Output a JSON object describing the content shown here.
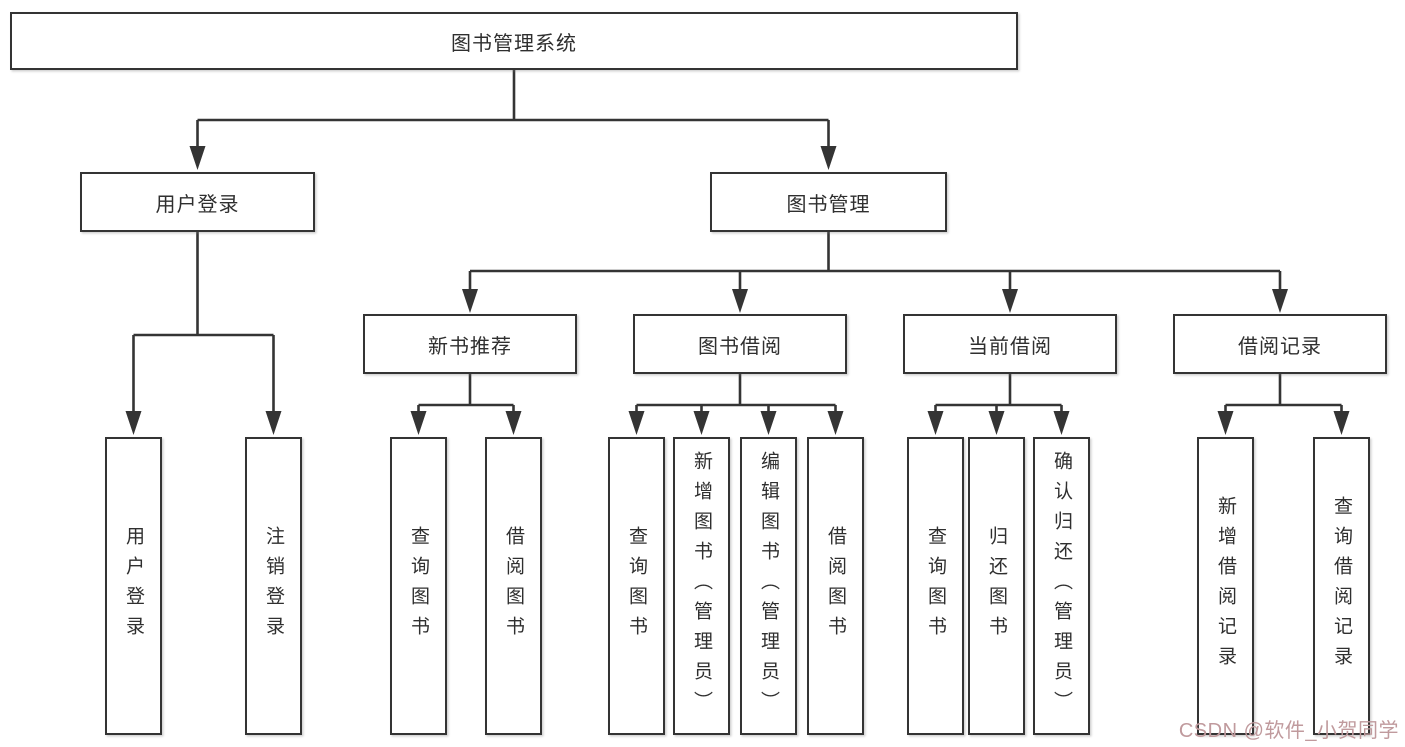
{
  "diagram_title": "图书管理系统",
  "tree": {
    "root": {
      "label": "图书管理系统"
    },
    "branches": [
      {
        "label": "用户登录",
        "children": [
          {
            "label": "用户登录"
          },
          {
            "label": "注销登录"
          }
        ]
      },
      {
        "label": "图书管理",
        "children": [
          {
            "label": "新书推荐",
            "children": [
              {
                "label": "查询图书"
              },
              {
                "label": "借阅图书"
              }
            ]
          },
          {
            "label": "图书借阅",
            "children": [
              {
                "label": "查询图书"
              },
              {
                "label": "新增图书（管理员）"
              },
              {
                "label": "编辑图书（管理员）"
              },
              {
                "label": "借阅图书"
              }
            ]
          },
          {
            "label": "当前借阅",
            "children": [
              {
                "label": "查询图书"
              },
              {
                "label": "归还图书"
              },
              {
                "label": "确认归还（管理员）"
              }
            ]
          },
          {
            "label": "借阅记录",
            "children": [
              {
                "label": "新增借阅记录"
              },
              {
                "label": "查询借阅记录"
              }
            ]
          }
        ]
      }
    ]
  },
  "watermark": {
    "text": "CSDN @软件_小贺同学"
  },
  "colors": {
    "background": "#ffffff",
    "line": "#343434",
    "box_border": "#343434",
    "text": "#2f2f2f",
    "watermark": "#c09a9d"
  }
}
